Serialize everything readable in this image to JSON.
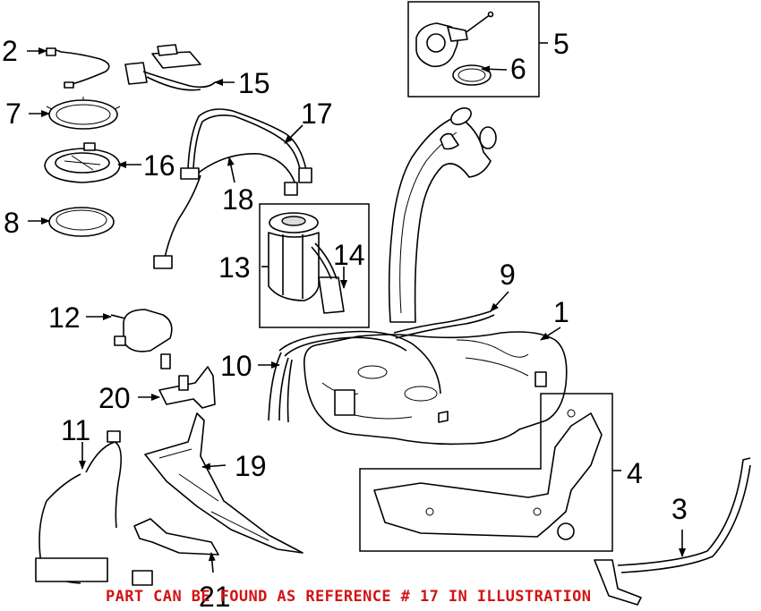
{
  "diagram": {
    "callouts": [
      "1",
      "2",
      "3",
      "4",
      "5",
      "6",
      "7",
      "8",
      "9",
      "10",
      "11",
      "12",
      "13",
      "14",
      "15",
      "16",
      "17",
      "18",
      "19",
      "20",
      "21"
    ],
    "footer_note": "PART CAN BE FOUND AS REFERENCE # 17 IN ILLUSTRATION",
    "colors": {
      "ink": "#000000",
      "note": "#d21414",
      "background": "#ffffff"
    }
  }
}
